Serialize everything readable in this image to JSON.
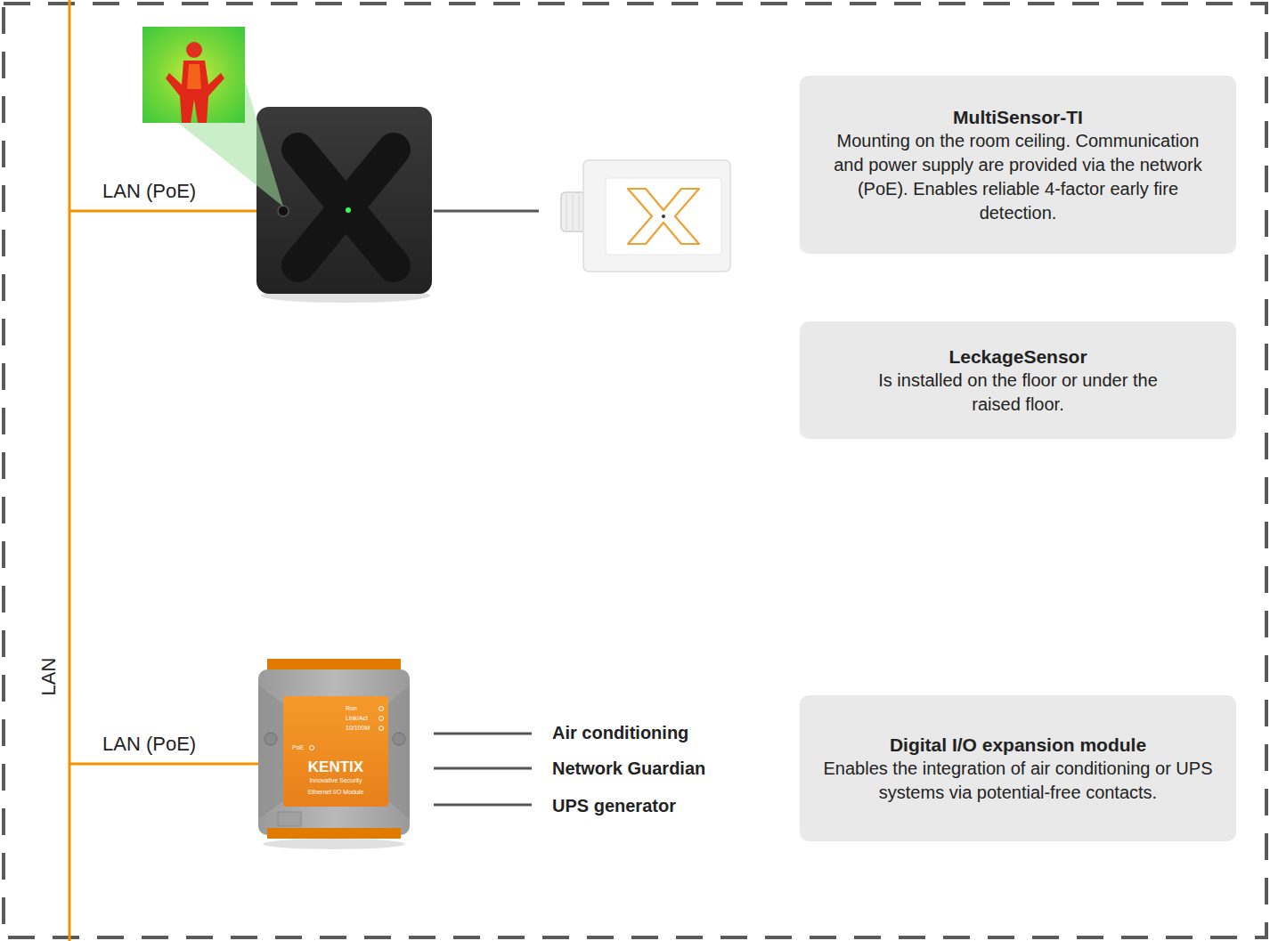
{
  "diagram": {
    "nodes": [
      {
        "text": [
          "MultiSensor-TI",
          "Mounting on the room ceiling. Communication and power supply are provided via the network (PoE). Enables reliable 4-factor early fire detection."
        ]
      },
      {
        "text": [
          "LeckageSensor",
          "Is installed on the floor or under the raised floor."
        ]
      },
      {
        "text": [
          "Digital I/O expansion module",
          "Enables the integration of air conditioning or UPS systems via potential-free contacts."
        ]
      }
    ],
    "labels": [
      "LAN (PoE)",
      "LAN",
      "LAN (PoE)",
      "Run",
      "Link/Act",
      "10/100M",
      "PoE",
      "KENTIX",
      "Innovative Security",
      "Ethernet I/O Module",
      "Air conditioning",
      "Network Guardian",
      "UPS generator"
    ]
  }
}
